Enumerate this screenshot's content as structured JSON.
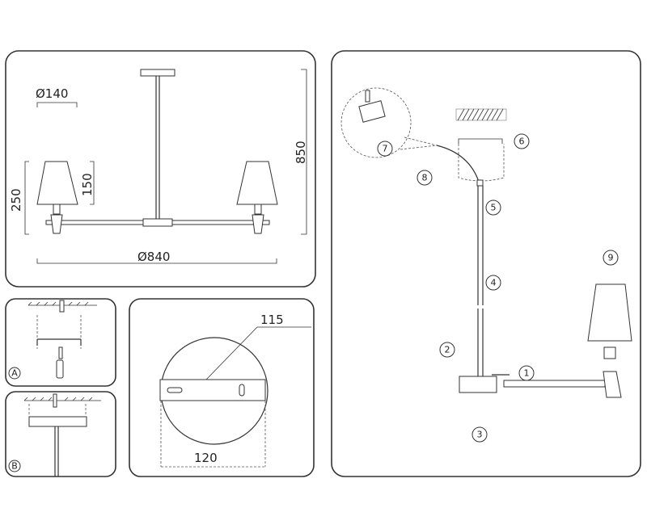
{
  "title": "Chandelier dimensions and assembly diagram",
  "dimensions": {
    "shade_diameter": "Ø140",
    "shade_height": "150",
    "lamp_height": "250",
    "total_height": "850",
    "total_width": "Ø840",
    "plate_height": "115",
    "plate_width": "120"
  },
  "steps": {
    "a": "A",
    "b": "B",
    "s1": "1",
    "s2": "2",
    "s3": "3",
    "s4": "4",
    "s5": "5",
    "s6": "6",
    "s7": "7",
    "s8": "8",
    "s9": "9"
  },
  "colors": {
    "line": "#333333",
    "background": "#ffffff"
  }
}
